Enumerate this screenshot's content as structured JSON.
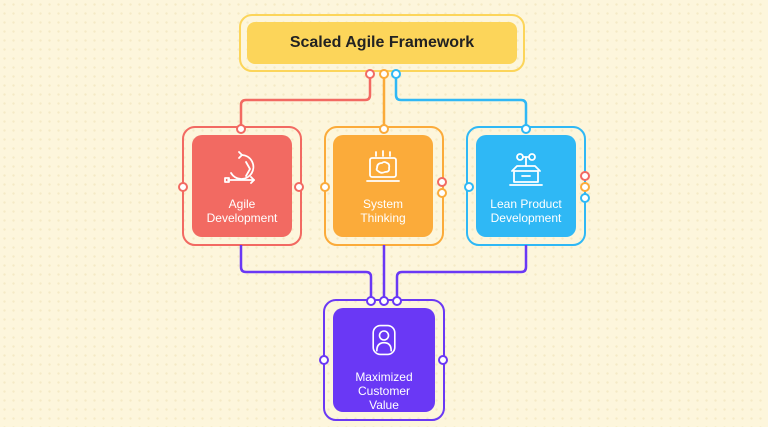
{
  "title": "Scaled Agile Framework",
  "cards": {
    "agile": {
      "lines": [
        "Agile",
        "Development"
      ],
      "icon": "cycle-arrows-icon"
    },
    "system": {
      "lines": [
        "System",
        "Thinking"
      ],
      "icon": "brain-monitor-icon"
    },
    "lean": {
      "lines": [
        "Lean Product",
        "Development"
      ],
      "icon": "product-box-icon"
    },
    "value": {
      "lines": [
        "Maximized",
        "Customer",
        "Value"
      ],
      "icon": "customer-user-icon"
    }
  },
  "colors": {
    "background": "#fdf6dc",
    "title": "#fcd55a",
    "agile": "#f26a62",
    "system": "#fbab3a",
    "lean": "#2fb8f5",
    "value": "#6a38f5"
  }
}
